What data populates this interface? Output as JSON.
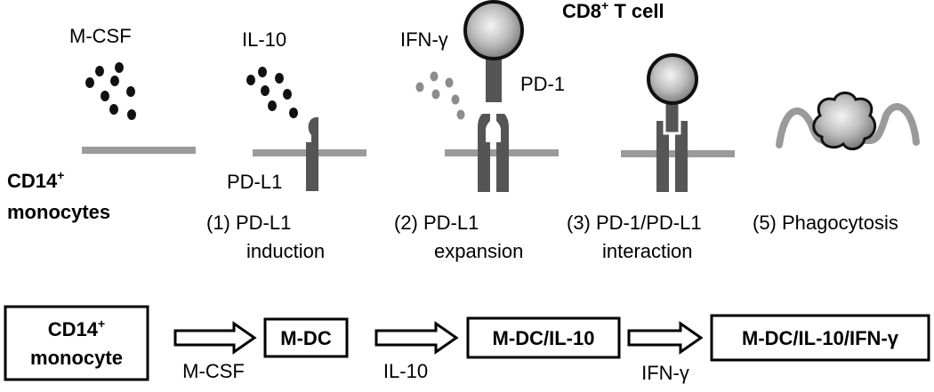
{
  "colors": {
    "membrane": "#9a9a9a",
    "receptor": "#555555",
    "dot_dark": "#111111",
    "dot_light": "#8c8c8c",
    "cell_stroke": "#111111",
    "box_stroke": "#000000"
  },
  "top": {
    "cytokines": {
      "mcsf": "M-CSF",
      "il10": "IL-10",
      "ifng": "IFN-γ"
    },
    "tcell_label": {
      "main": "CD8",
      "sup": "+",
      "rest": " T cell"
    },
    "pd1_label": "PD-1",
    "pdl1_label": "PD-L1",
    "cd14_label": {
      "line1": "CD14",
      "sup": "+",
      "line2": "monocytes"
    },
    "stages": [
      {
        "line1": "(1) PD-L1",
        "line2": "induction"
      },
      {
        "line1": "(2) PD-L1",
        "line2": "expansion"
      },
      {
        "line1": "(3) PD-1/PD-L1",
        "line2": "interaction"
      },
      {
        "line1": "(5) Phagocytosis",
        "line2": ""
      }
    ]
  },
  "bottom": {
    "boxes": [
      {
        "line1": "CD14",
        "sup": "+",
        "line2": "monocyte"
      },
      {
        "line1": "M-DC"
      },
      {
        "line1": "M-DC/IL-10"
      },
      {
        "line1": "M-DC/IL-10/IFN-γ"
      }
    ],
    "arrows": [
      "M-CSF",
      "IL-10",
      "IFN-γ"
    ]
  }
}
